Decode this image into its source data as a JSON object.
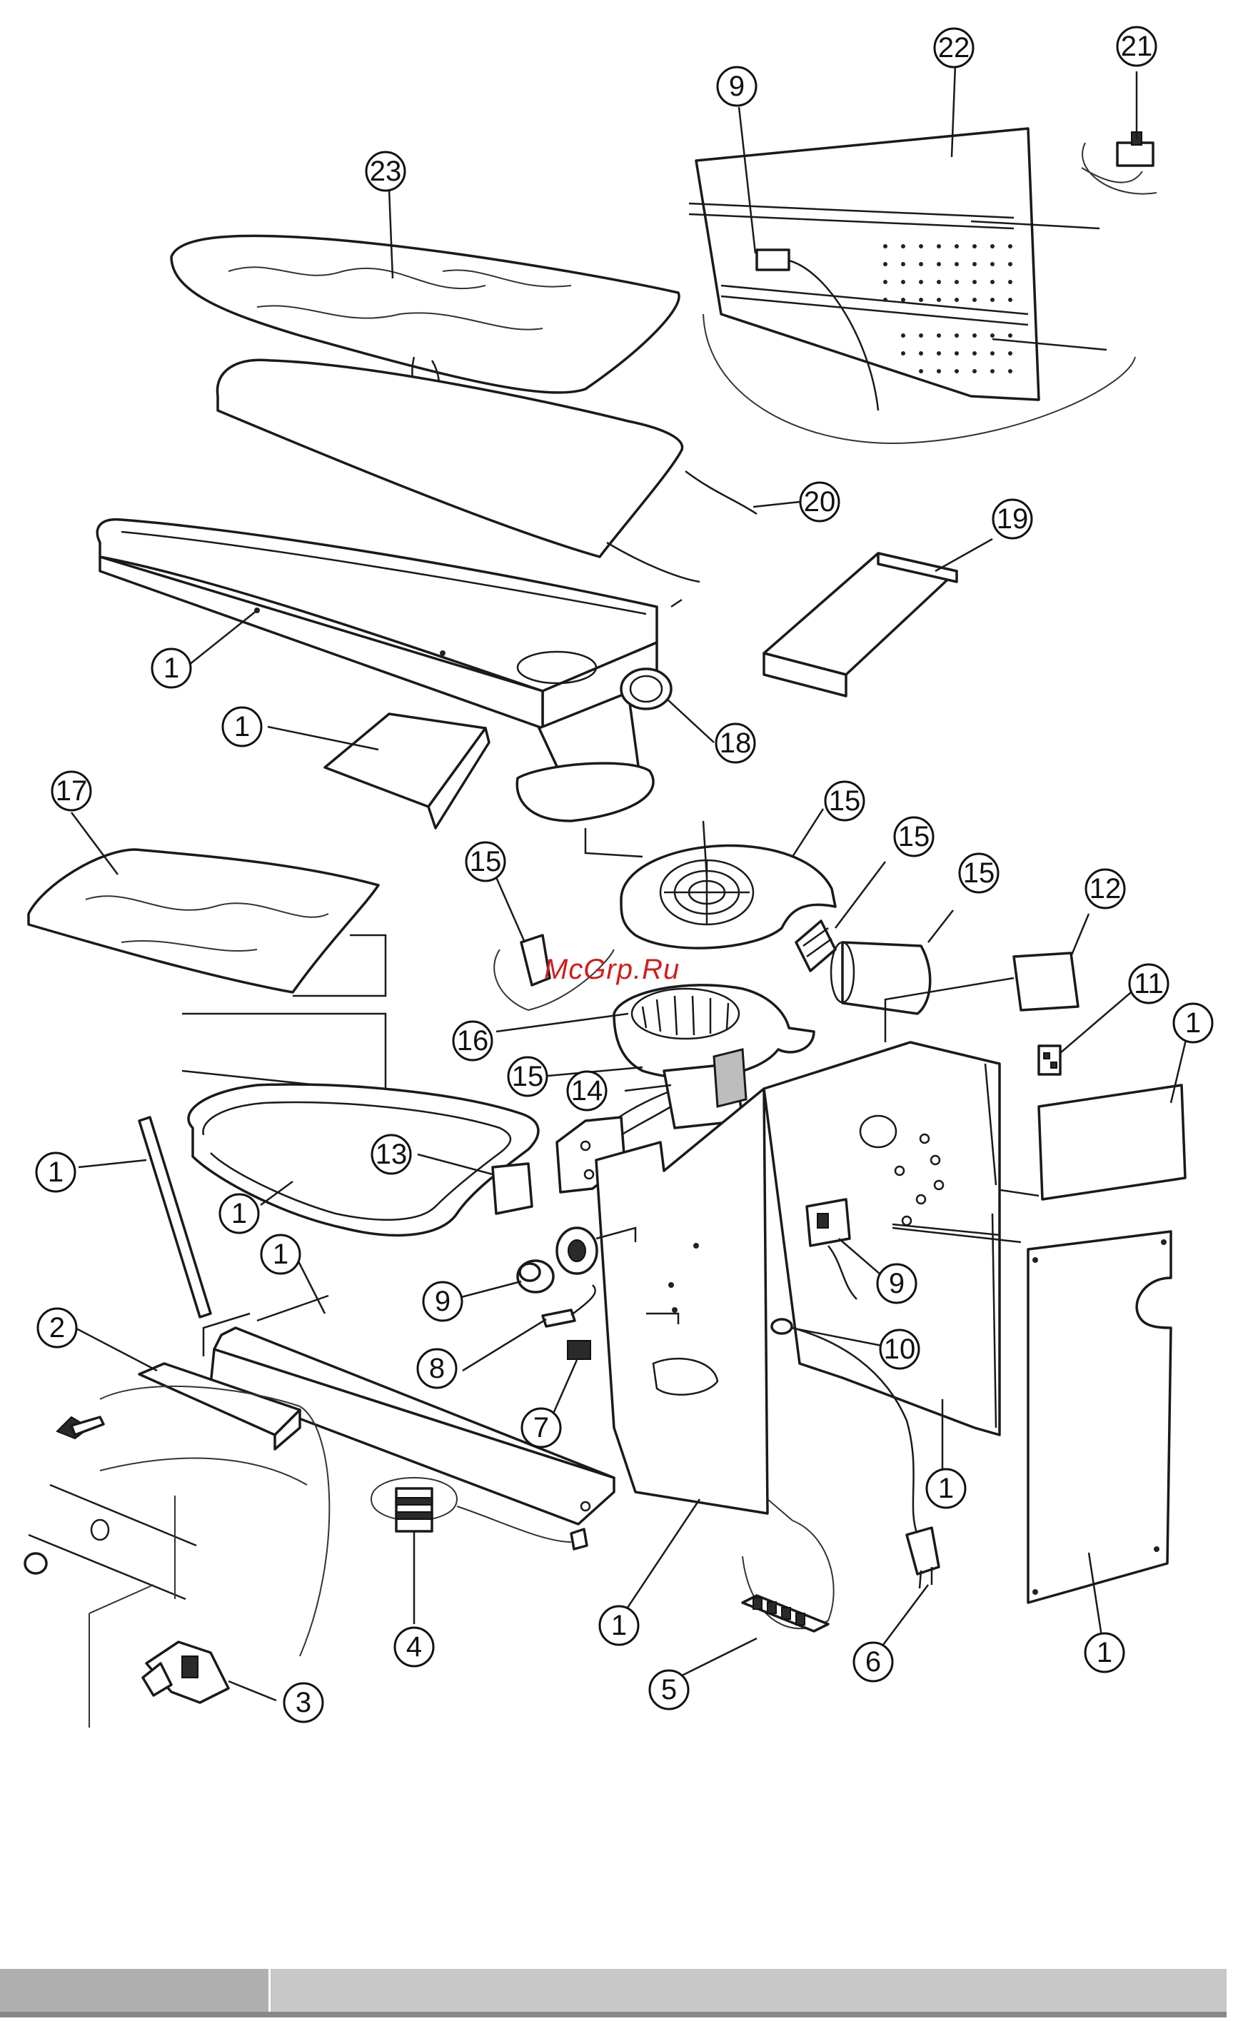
{
  "watermark": "McGrp.Ru",
  "callouts": [
    {
      "id": "c23",
      "label": "23"
    },
    {
      "id": "c9top",
      "label": "9"
    },
    {
      "id": "c22",
      "label": "22"
    },
    {
      "id": "c21",
      "label": "21"
    },
    {
      "id": "c20",
      "label": "20"
    },
    {
      "id": "c19",
      "label": "19"
    },
    {
      "id": "c1a",
      "label": "1"
    },
    {
      "id": "c18",
      "label": "18"
    },
    {
      "id": "c1b",
      "label": "1"
    },
    {
      "id": "c17",
      "label": "17"
    },
    {
      "id": "c15a",
      "label": "15"
    },
    {
      "id": "c15b",
      "label": "15"
    },
    {
      "id": "c15c",
      "label": "15"
    },
    {
      "id": "c15d",
      "label": "15"
    },
    {
      "id": "c12",
      "label": "12"
    },
    {
      "id": "c11",
      "label": "11"
    },
    {
      "id": "c1c",
      "label": "1"
    },
    {
      "id": "c16",
      "label": "16"
    },
    {
      "id": "c15e",
      "label": "15"
    },
    {
      "id": "c14",
      "label": "14"
    },
    {
      "id": "c13",
      "label": "13"
    },
    {
      "id": "c1d",
      "label": "1"
    },
    {
      "id": "c1e",
      "label": "1"
    },
    {
      "id": "c1f",
      "label": "1"
    },
    {
      "id": "c9mid",
      "label": "9"
    },
    {
      "id": "c9left",
      "label": "9"
    },
    {
      "id": "c2",
      "label": "2"
    },
    {
      "id": "c8",
      "label": "8"
    },
    {
      "id": "c10",
      "label": "10"
    },
    {
      "id": "c7",
      "label": "7"
    },
    {
      "id": "c1g",
      "label": "1"
    },
    {
      "id": "c4",
      "label": "4"
    },
    {
      "id": "c1h",
      "label": "1"
    },
    {
      "id": "c6",
      "label": "6"
    },
    {
      "id": "c1i",
      "label": "1"
    },
    {
      "id": "c5",
      "label": "5"
    },
    {
      "id": "c3",
      "label": "3"
    }
  ]
}
